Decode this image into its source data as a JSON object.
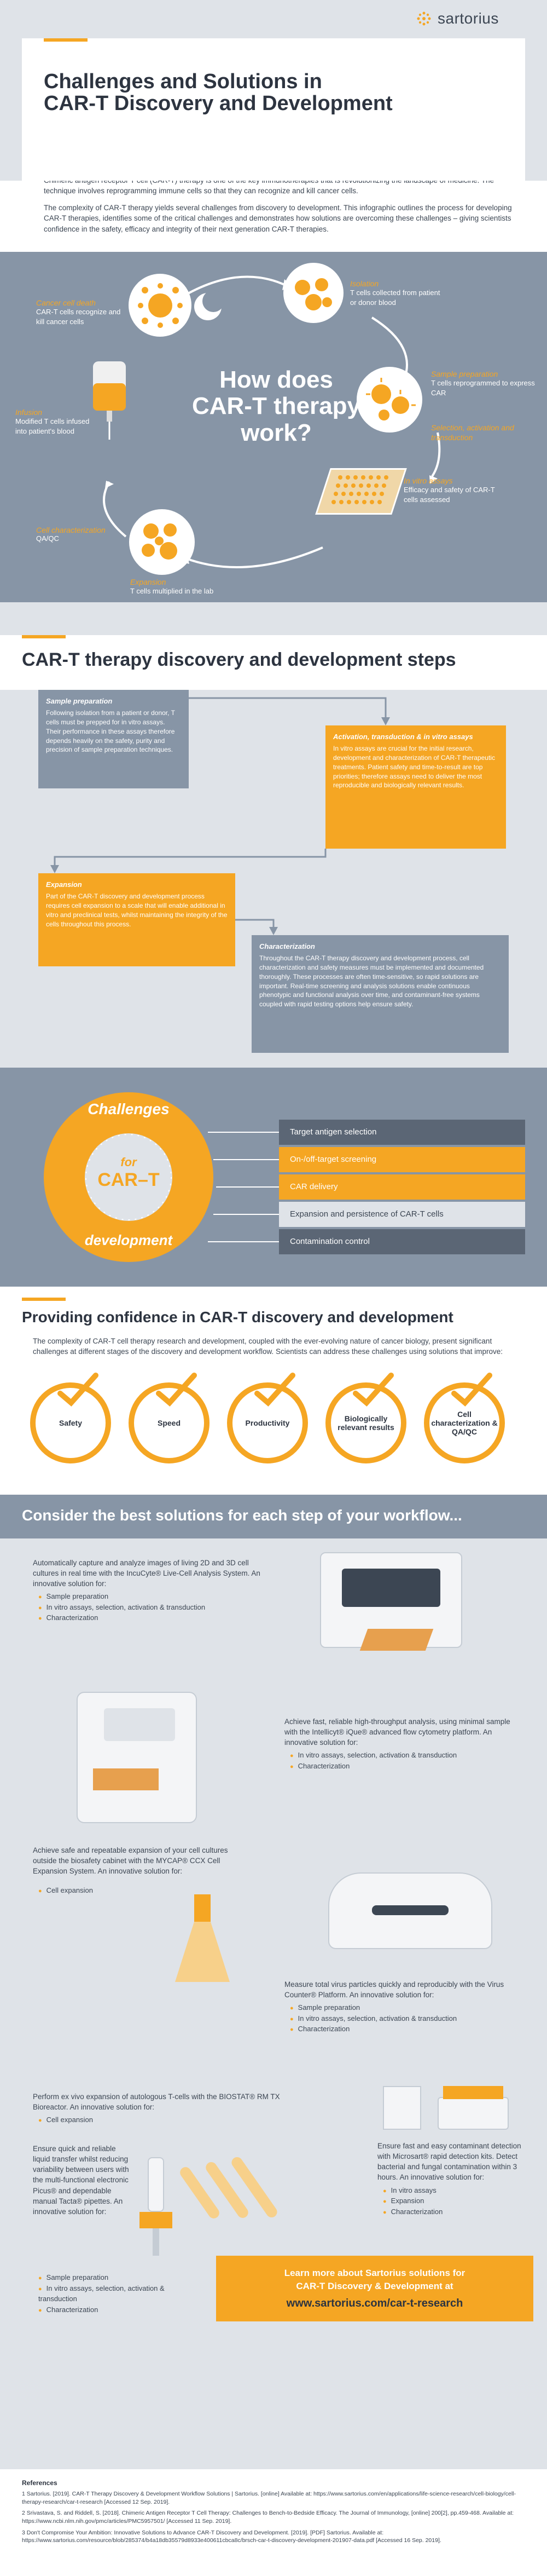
{
  "brand": {
    "name": "sartorius"
  },
  "hero": {
    "title_line1": "Challenges and Solutions in",
    "title_line2": "CAR-T Discovery and Development",
    "intro1": "Chimeric antigen receptor T cell (CAR-T) therapy is one of the key immunotherapies that is revolutionizing the landscape of medicine. The technique involves reprogramming immune cells so that they can recognize and kill cancer cells.",
    "intro2": "The complexity of CAR-T therapy yields several challenges from discovery to development. This infographic outlines the process for developing CAR-T therapies, identifies some of the critical challenges and demonstrates how solutions are overcoming these challenges – giving scientists confidence in the safety, efficacy and integrity of their next generation CAR-T therapies."
  },
  "cycle": {
    "center": "How does CAR-T therapy work?",
    "steps": [
      {
        "title": "Cancer cell death",
        "text": "CAR-T cells recognize and kill cancer cells"
      },
      {
        "title": "Isolation",
        "text": "T cells collected from patient or donor blood"
      },
      {
        "title": "Sample preparation",
        "text": "T cells reprogrammed to express CAR"
      },
      {
        "title": "Selection, activation and transduction",
        "text": ""
      },
      {
        "title": "In vitro assays",
        "text": "Efficacy and safety of CAR-T cells assessed"
      },
      {
        "title": "Expansion",
        "text": "T cells multiplied in the lab"
      },
      {
        "title": "Cell characterization",
        "text": "QA/QC"
      },
      {
        "title": "Infusion",
        "text": "Modified T cells infused into patient's blood"
      }
    ]
  },
  "steps_section": {
    "title": "CAR-T therapy discovery and development steps",
    "cards": [
      {
        "title": "Sample preparation",
        "text": "Following isolation from a patient or donor, T cells must be prepped for in vitro assays. Their performance in these assays therefore depends heavily on the safety, purity and precision of sample preparation techniques."
      },
      {
        "title": "Activation, transduction & in vitro assays",
        "text": "In vitro assays are crucial for the initial research, development and characterization of CAR-T therapeutic treatments. Patient safety and time-to-result are top priorities; therefore assays need to deliver the most reproducible and biologically relevant results."
      },
      {
        "title": "Expansion",
        "text": "Part of the CAR-T discovery and development process requires cell expansion to a scale that will enable additional in vitro and preclinical tests, whilst maintaining the integrity of the cells throughout this process."
      },
      {
        "title": "Characterization",
        "text": "Throughout the CAR-T therapy discovery and development process, cell characterization and safety measures must be implemented and documented thoroughly. These processes are often time-sensitive, so rapid solutions are important. Real-time screening and analysis solutions enable continuous phenotypic and functional analysis over time, and contaminant-free systems coupled with rapid testing options help ensure safety."
      }
    ]
  },
  "challenges": {
    "ring_top": "Challenges",
    "ring_mid_small": "for",
    "ring_mid_big": "CAR–T",
    "ring_bottom": "development",
    "items": [
      "Target antigen selection",
      "On-/off-target screening",
      "CAR delivery",
      "Expansion and persistence of CAR-T cells",
      "Contamination control"
    ]
  },
  "confidence": {
    "title": "Providing confidence in CAR-T discovery and development",
    "text": "The complexity of CAR-T cell therapy research and development, coupled with the ever-evolving nature of cancer biology, present significant challenges at different stages of the discovery and development workflow. Scientists can address these challenges using solutions that improve:",
    "items": [
      "Safety",
      "Speed",
      "Productivity",
      "Biologically relevant results",
      "Cell characterization & QA/QC"
    ]
  },
  "solutions": {
    "title": "Consider the best solutions for each step of your workflow...",
    "blocks": [
      {
        "text": "Automatically capture and analyze images of living 2D and 3D cell cultures in real time with the IncuCyte® Live-Cell Analysis System. An innovative solution for:",
        "items": [
          "Sample preparation",
          "In vitro assays, selection, activation & transduction",
          "Characterization"
        ]
      },
      {
        "text": "Achieve fast, reliable high-throughput analysis, using minimal sample with the Intellicyt® iQue® advanced flow cytometry platform. An innovative solution for:",
        "items": [
          "In vitro assays, selection, activation & transduction",
          "Characterization"
        ]
      },
      {
        "text": "Achieve safe and repeatable expansion of your cell cultures outside the biosafety cabinet with the MYCAP® CCX Cell Expansion System. An innovative solution for:",
        "items": [
          "Cell expansion"
        ]
      },
      {
        "text": "Measure total virus particles quickly and reproducibly with the Virus Counter® Platform. An innovative solution for:",
        "items": [
          "Sample preparation",
          "In vitro assays, selection, activation & transduction",
          "Characterization"
        ]
      },
      {
        "text": "Perform ex vivo expansion of autologous T-cells with the BIOSTAT® RM TX Bioreactor. An innovative solution for:",
        "items": [
          "Cell expansion"
        ]
      },
      {
        "text": "Ensure quick and reliable liquid transfer whilst reducing variability between users with the multi-functional electronic Picus® and dependable manual Tacta® pipettes. An innovative solution for:",
        "items": [
          "Sample preparation",
          "In vitro assays, selection, activation & transduction",
          "Characterization"
        ]
      },
      {
        "text": "Ensure fast and easy contaminant detection with Microsart® rapid detection kits. Detect bacterial and fungal contamination within 3 hours. An innovative solution for:",
        "items": [
          "In vitro assays",
          "Expansion",
          "Characterization"
        ]
      }
    ],
    "cta_line1": "Learn more about Sartorius solutions for",
    "cta_line2": "CAR-T Discovery & Development at",
    "cta_url": "www.sartorius.com/car-t-research"
  },
  "references": {
    "title": "References",
    "items": [
      "1  Sartorius. [2019]. CAR-T Therapy Discovery & Development Workflow Solutions | Sartorius. [online] Available at: https://www.sartorius.com/en/applications/life-science-research/cell-biology/cell-therapy-research/car-t-research [Accessed 12 Sep. 2019].",
      "2  Srivastava, S. and Riddell, S. [2018]. Chimeric Antigen Receptor T Cell Therapy: Challenges to Bench-to-Bedside Efficacy. The Journal of Immunology, [online] 200[2], pp.459-468. Available at: https://www.ncbi.nlm.nih.gov/pmc/articles/PMC5957501/ [Accessed 11 Sep. 2019].",
      "3  Don't Compromise Your Ambition: Innovative Solutions to Advance CAR-T Discovery and Development. [2019]. [PDF] Sartorius. Available at: https://www.sartorius.com/resource/blob/285374/b4a18db35579d8933e400611cbca8c/brsch-car-t-discovery-development-201907-data.pdf [Accessed 16 Sep. 2019]."
    ]
  }
}
